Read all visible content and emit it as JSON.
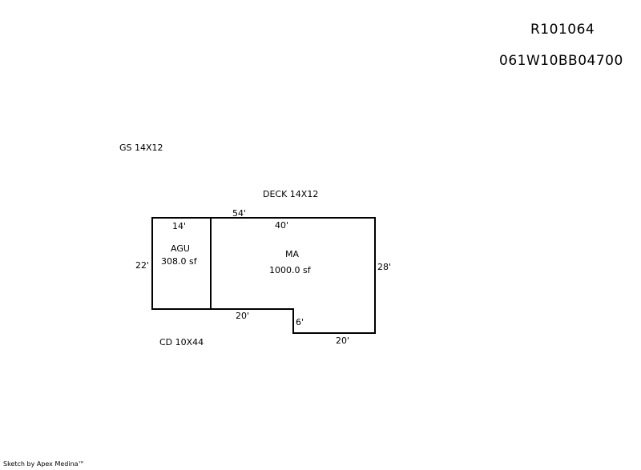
{
  "header": {
    "account_id": "R101064",
    "parcel_id": "061W10BB04700"
  },
  "labels": {
    "garage_shed": "GS 14X12",
    "deck": "DECK 14X12",
    "covered_deck": "CD 10X44"
  },
  "areas": {
    "agu": {
      "code": "AGU",
      "area": "308.0 sf"
    },
    "ma": {
      "code": "MA",
      "area": "1000.0 sf"
    }
  },
  "dimensions": {
    "top_total": "54'",
    "agu_width": "14'",
    "ma_top": "40'",
    "left_height": "22'",
    "right_height": "28'",
    "bottom_left": "20'",
    "notch_height": "6'",
    "bottom_right": "20'"
  },
  "footer": {
    "credit": "Sketch by Apex Medina™"
  },
  "colors": {
    "line": "#000000",
    "background": "#ffffff"
  }
}
